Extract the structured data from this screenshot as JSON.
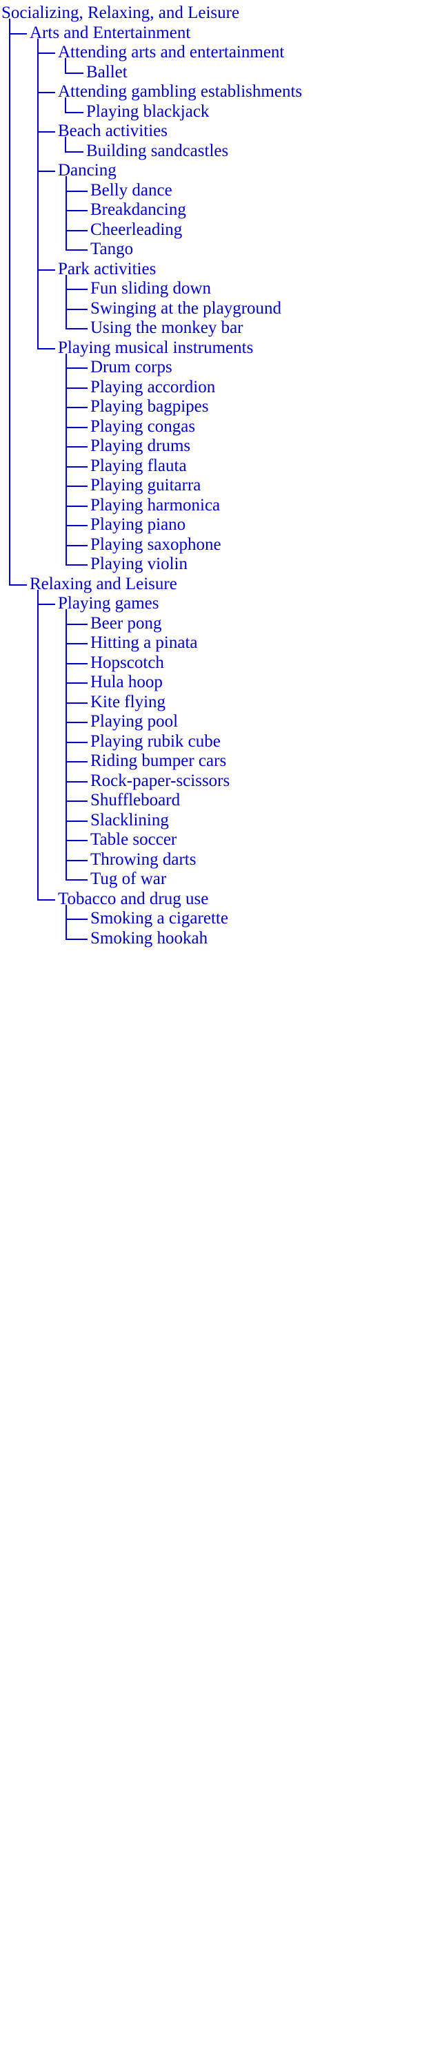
{
  "tree": {
    "label": "Socializing, Relaxing, and Leisure",
    "children": [
      {
        "label": "Arts and Entertainment",
        "children": [
          {
            "label": "Attending arts and entertainment",
            "children": [
              {
                "label": "Ballet"
              }
            ]
          },
          {
            "label": "Attending gambling establishments",
            "children": [
              {
                "label": "Playing blackjack"
              }
            ]
          },
          {
            "label": "Beach activities",
            "children": [
              {
                "label": "Building sandcastles"
              }
            ]
          },
          {
            "label": "Dancing",
            "children": [
              {
                "label": "Belly dance"
              },
              {
                "label": "Breakdancing"
              },
              {
                "label": "Cheerleading"
              },
              {
                "label": "Tango"
              }
            ]
          },
          {
            "label": "Park activities",
            "children": [
              {
                "label": "Fun sliding down"
              },
              {
                "label": "Swinging at the playground"
              },
              {
                "label": "Using the monkey bar"
              }
            ]
          },
          {
            "label": "Playing musical instruments",
            "children": [
              {
                "label": "Drum corps"
              },
              {
                "label": "Playing accordion"
              },
              {
                "label": "Playing bagpipes"
              },
              {
                "label": "Playing congas"
              },
              {
                "label": "Playing drums"
              },
              {
                "label": "Playing flauta"
              },
              {
                "label": "Playing guitarra"
              },
              {
                "label": "Playing harmonica"
              },
              {
                "label": "Playing piano"
              },
              {
                "label": "Playing saxophone"
              },
              {
                "label": "Playing violin"
              }
            ]
          }
        ]
      },
      {
        "label": "Relaxing and Leisure",
        "children": [
          {
            "label": "Playing games",
            "children": [
              {
                "label": "Beer pong"
              },
              {
                "label": "Hitting a pinata"
              },
              {
                "label": "Hopscotch"
              },
              {
                "label": "Hula hoop"
              },
              {
                "label": "Kite flying"
              },
              {
                "label": "Playing pool"
              },
              {
                "label": "Playing rubik cube"
              },
              {
                "label": "Riding bumper cars"
              },
              {
                "label": "Rock-paper-scissors"
              },
              {
                "label": "Shuffleboard"
              },
              {
                "label": "Slacklining"
              },
              {
                "label": "Table soccer"
              },
              {
                "label": "Throwing darts"
              },
              {
                "label": "Tug of war"
              }
            ]
          },
          {
            "label": "Tobacco and drug use",
            "children": [
              {
                "label": "Smoking a cigarette"
              },
              {
                "label": "Smoking hookah"
              }
            ]
          }
        ]
      }
    ]
  }
}
